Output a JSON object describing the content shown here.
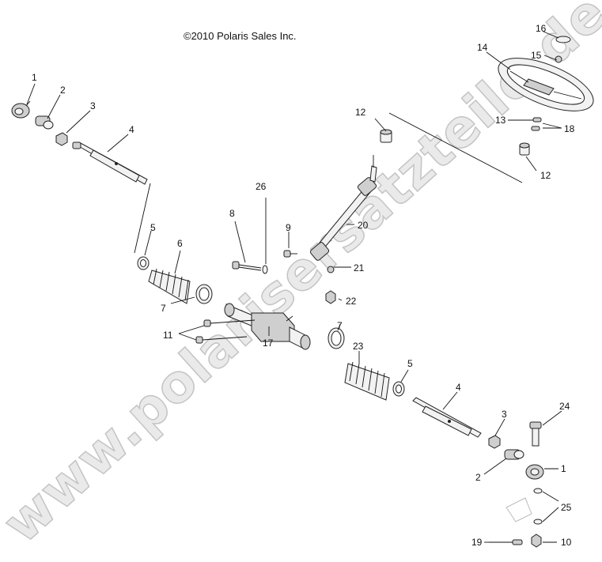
{
  "copyright": "©2010 Polaris Sales Inc.",
  "watermark": "www.polarisersatzteile.de",
  "callouts": {
    "c1a": "1",
    "c2a": "2",
    "c3a": "3",
    "c4a": "4",
    "c5a": "5",
    "c6": "6",
    "c7a": "7",
    "c8": "8",
    "c9": "9",
    "c26": "26",
    "c11": "11",
    "c17": "17",
    "c12a": "12",
    "c20": "20",
    "c21": "21",
    "c22": "22",
    "c14": "14",
    "c16": "16",
    "c15": "15",
    "c13": "13",
    "c18": "18",
    "c12b": "12",
    "c7b": "7",
    "c23": "23",
    "c5b": "5",
    "c4b": "4",
    "c3b": "3",
    "c24": "24",
    "c2b": "2",
    "c1b": "1",
    "c25": "25",
    "c19": "19",
    "c10": "10"
  }
}
